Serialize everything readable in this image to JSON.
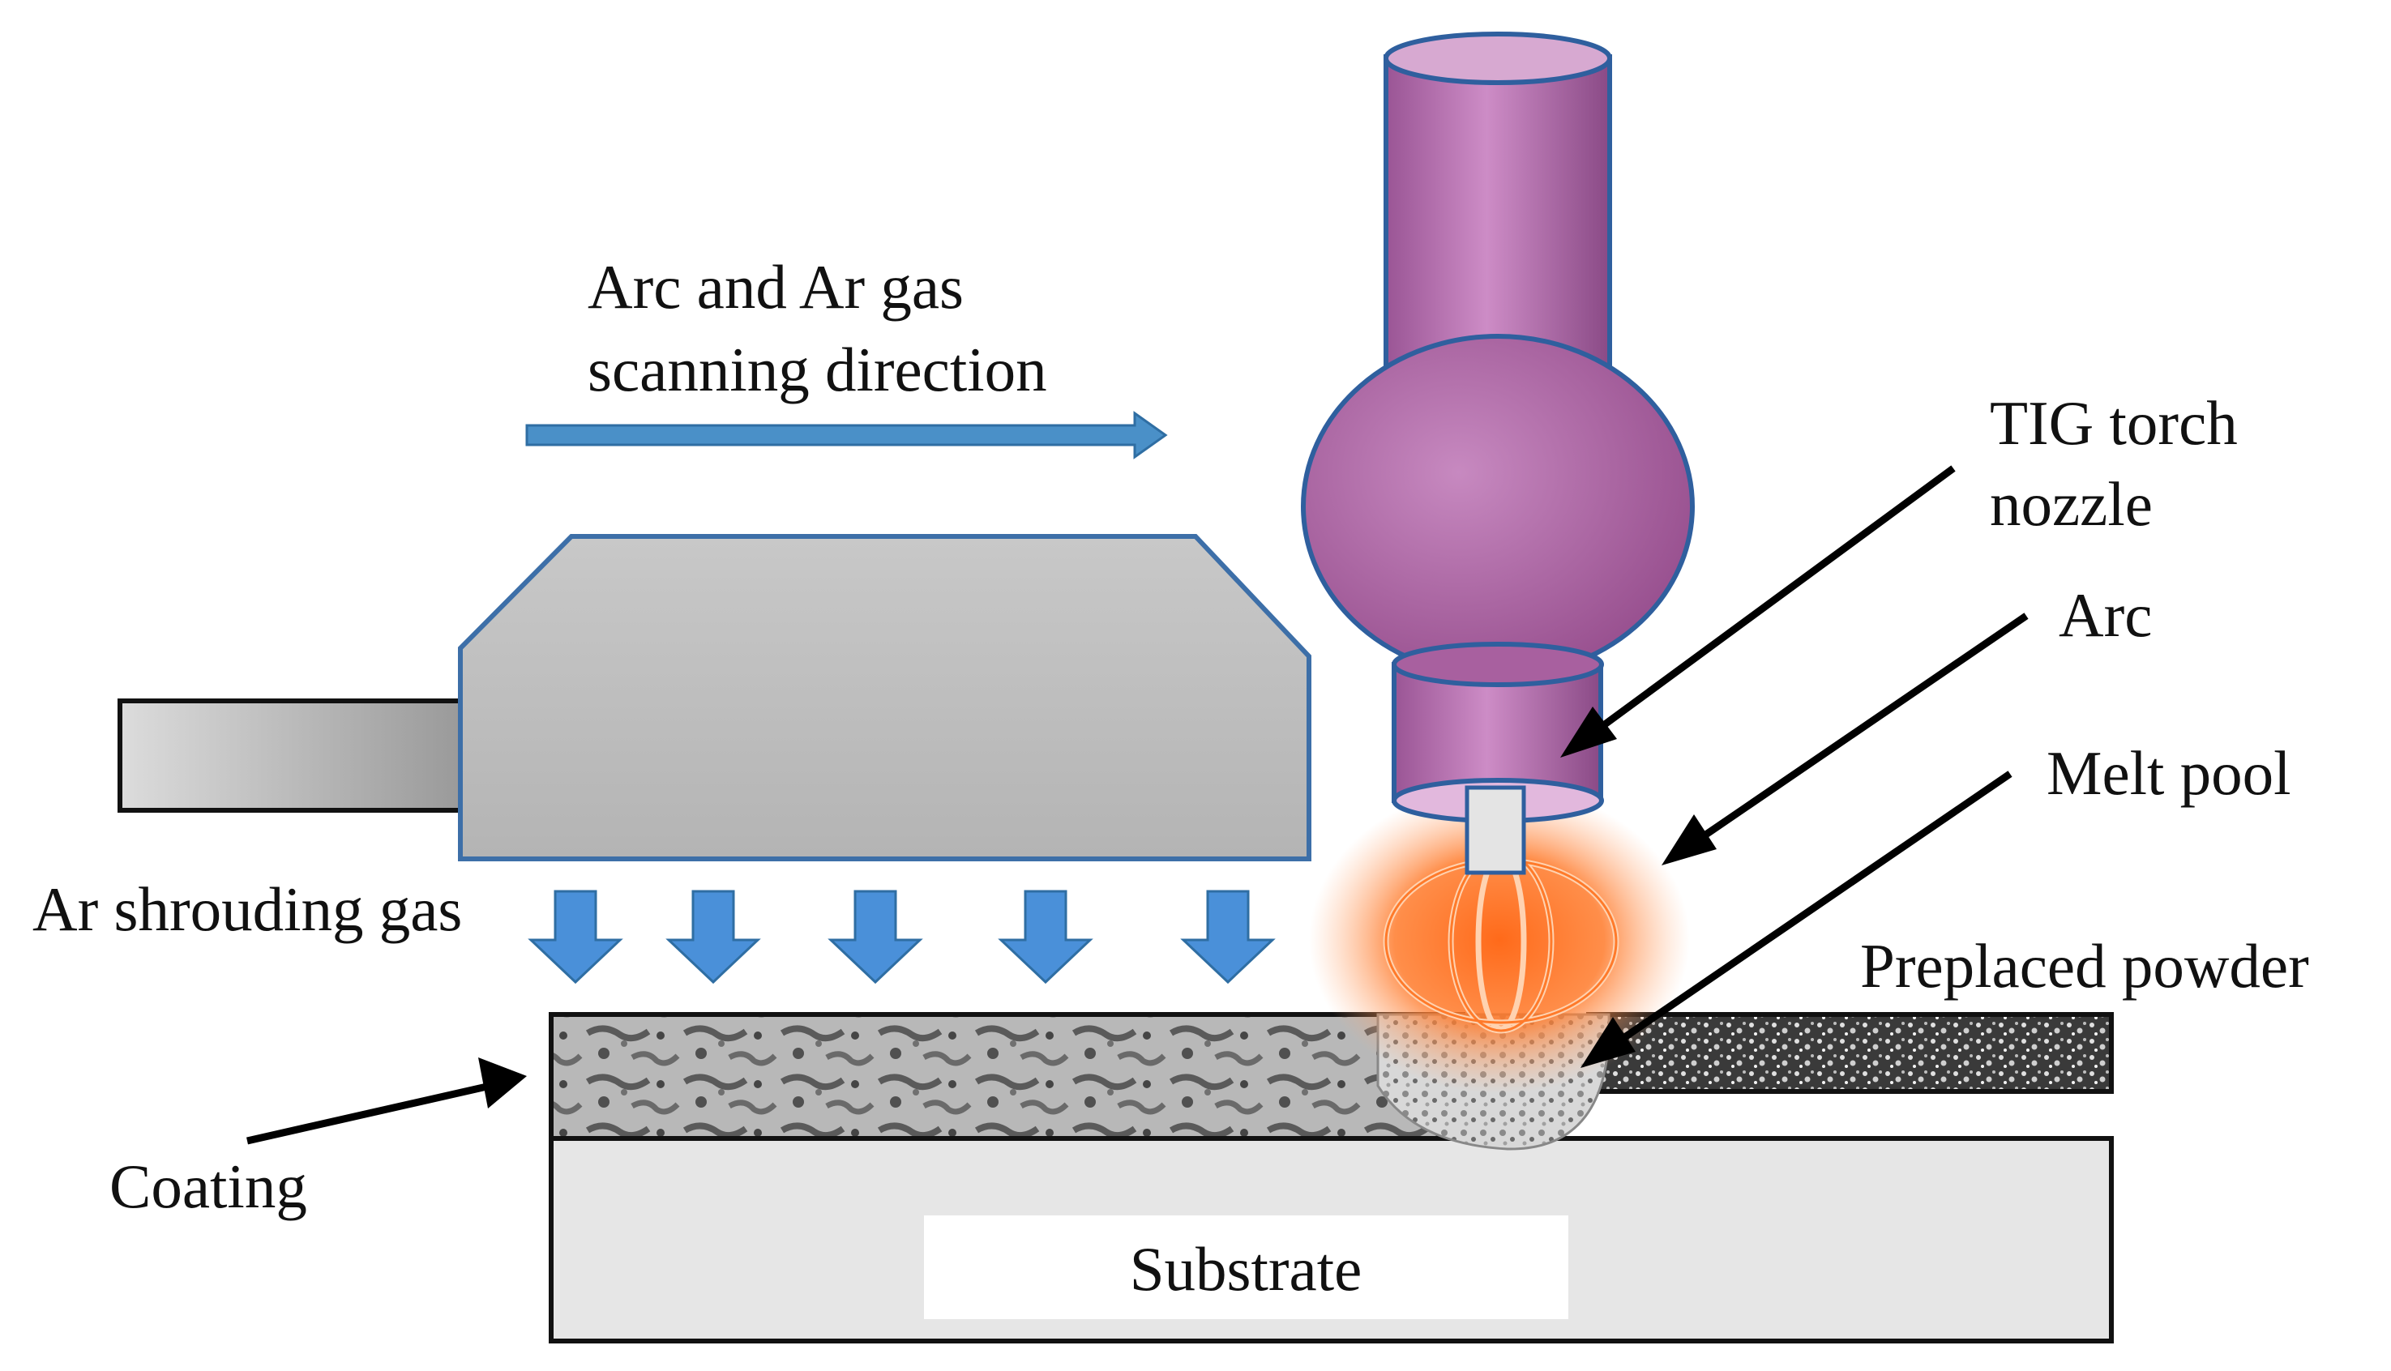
{
  "labels": {
    "scan_direction_line1": "Arc and Ar gas",
    "scan_direction_line2": "scanning direction",
    "tig_line1": "TIG torch",
    "tig_line2": "nozzle",
    "arc": "Arc",
    "melt_pool": "Melt pool",
    "preplaced_powder": "Preplaced powder",
    "ar_shrouding_gas": "Ar shrouding gas",
    "coating": "Coating",
    "substrate": "Substrate"
  },
  "colors": {
    "scan_arrow": "#4a90c8",
    "gas_arrow": "#4a90d9",
    "torch": "#b46fae",
    "torch_outline": "#2f5f9e",
    "shroud_gray": "#bcbcbc",
    "arc_glow": "#ff6a1a",
    "substrate": "#e6e6e6"
  }
}
